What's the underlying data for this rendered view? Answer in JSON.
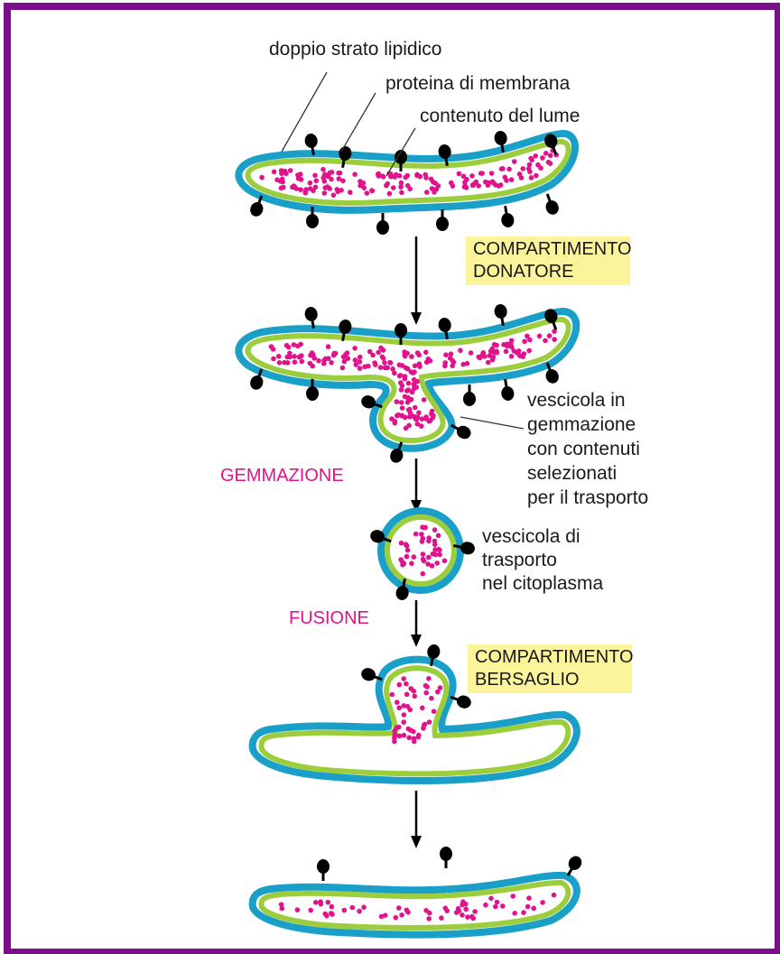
{
  "labels": {
    "lipid_bilayer": "doppio strato lipidico",
    "membrane_protein": "proteina di membrana",
    "lumen_content": "contenuto del lume",
    "budding_vesicle": [
      "vescicola in",
      "gemmazione",
      "con contenuti",
      "selezionati",
      "per il trasporto"
    ],
    "transport_vesicle": [
      "vescicola di",
      "trasporto",
      "nel citoplasma"
    ]
  },
  "boxes": {
    "donor": [
      "COMPARTIMENTO",
      "DONATORE"
    ],
    "target": [
      "COMPARTIMENTO",
      "BERSAGLIO"
    ]
  },
  "stages": {
    "budding": "GEMMAZIONE",
    "fusion": "FUSIONE"
  },
  "colors": {
    "frame": "#7b0f8b",
    "outer_membrane": "#1aa0c8",
    "inner_membrane": "#9ccd3c",
    "cargo": "#e0138c",
    "protein": "#000000",
    "label_box": "#fbf49a"
  }
}
